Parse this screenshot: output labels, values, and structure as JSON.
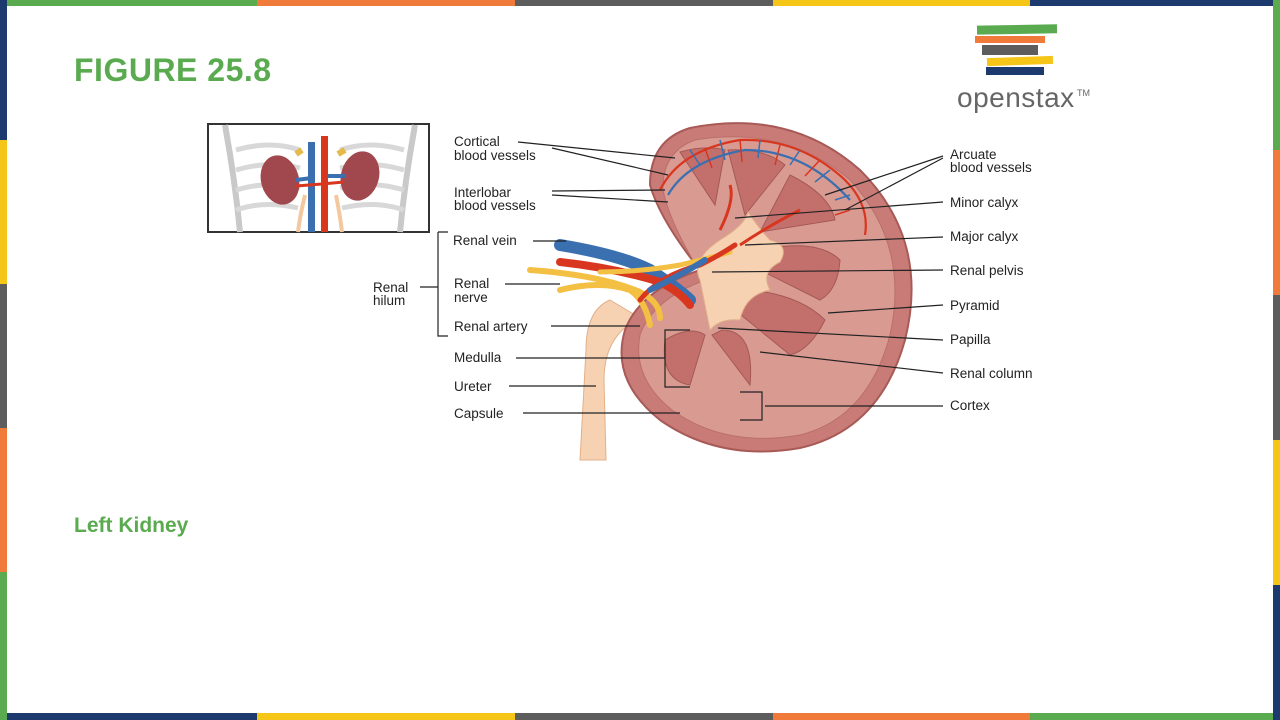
{
  "slide": {
    "figure_title": "FIGURE 25.8",
    "caption": "Left Kidney"
  },
  "logo": {
    "text": "openstax",
    "tm": "TM"
  },
  "labels": {
    "cortical_1": "Cortical",
    "cortical_2": "blood vessels",
    "interlobar_1": "Interlobar",
    "interlobar_2": "blood vessels",
    "renal_vein": "Renal vein",
    "renal_hilum_1": "Renal",
    "renal_hilum_2": "hilum",
    "renal_nerve_1": "Renal",
    "renal_nerve_2": "nerve",
    "renal_artery": "Renal artery",
    "medulla": "Medulla",
    "ureter": "Ureter",
    "capsule": "Capsule",
    "arcuate_1": "Arcuate",
    "arcuate_2": "blood vessels",
    "minor_calyx": "Minor calyx",
    "major_calyx": "Major calyx",
    "renal_pelvis": "Renal pelvis",
    "pyramid": "Pyramid",
    "papilla": "Papilla",
    "renal_column": "Renal column",
    "cortex": "Cortex"
  },
  "colors": {
    "accent_green": "#5aab4f",
    "accent_orange": "#f07a3a",
    "accent_gray": "#5d5d5d",
    "accent_yellow": "#f5c518",
    "accent_navy": "#1c3a6e",
    "kidney": "#c97b78",
    "artery": "#d8361f",
    "vein": "#3a6fb0",
    "nerve": "#f4c043",
    "ureter": "#f6d2b3"
  }
}
